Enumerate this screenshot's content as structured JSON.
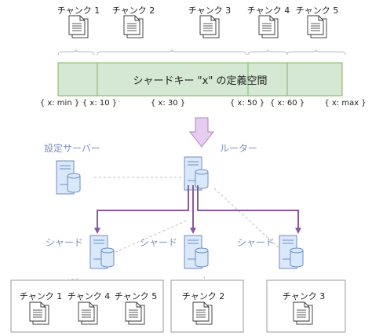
{
  "top_chunks": [
    "チャンク 1",
    "チャンク 2",
    "チャンク 3",
    "チャンク 4",
    "チャンク 5"
  ],
  "key_space_label": "シャードキー \"x\" の定義空間",
  "boundaries": [
    "{ x: min }",
    "{ x: 10 }",
    "{ x: 30 }",
    "{ x: 50 }",
    "{ x: 60 }",
    "{ x: max }"
  ],
  "config_server_label": "設定サーバー",
  "router_label": "ルーター",
  "shard_label": "シャード",
  "shard1_chunks": [
    "チャンク 1",
    "チャンク 4",
    "チャンク 5"
  ],
  "shard2_chunks": [
    "チャンク 2"
  ],
  "shard3_chunks": [
    "チャンク 3"
  ],
  "colors": {
    "keyspace_fill": "#d5e8d4",
    "keyspace_stroke": "#82b366",
    "arrow": "#8b5a9e",
    "arrow_light": "#e5ccf0",
    "server_fill": "#dae8fc",
    "server_stroke": "#6c8ebf",
    "label_blue": "#7a93c0"
  }
}
